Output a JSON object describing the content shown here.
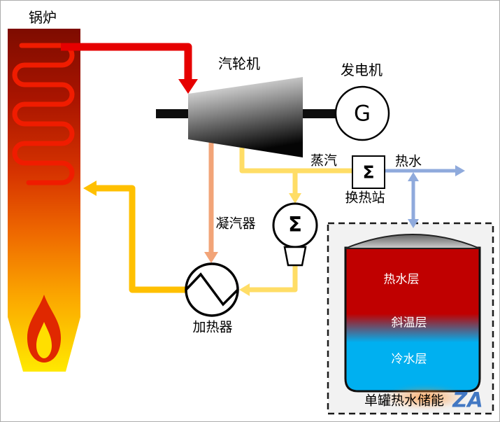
{
  "diagram": {
    "boiler": {
      "label": "锅炉"
    },
    "turbine": {
      "label": "汽轮机"
    },
    "generator": {
      "label": "发电机",
      "symbol": "G"
    },
    "heat_exchange_station": {
      "label": "换热站",
      "symbol": "Σ"
    },
    "condenser": {
      "label": "凝汽器",
      "symbol": "Σ"
    },
    "heater": {
      "label": "加热器"
    },
    "storage": {
      "label": "单罐热水储能",
      "layers": {
        "hot": "热水层",
        "thermocline": "斜温层",
        "cold": "冷水层"
      }
    },
    "flows": {
      "steam": "蒸汽",
      "hot_water": "热水"
    },
    "watermark": "ZA"
  },
  "colors": {
    "main_steam": "#e60000",
    "extraction": "#f2a478",
    "steam_line": "#ffdd66",
    "feedwater": "#ffc000",
    "water_line": "#8faadc",
    "hot_layer": "#c00000",
    "cold_layer": "#00b0f0"
  }
}
